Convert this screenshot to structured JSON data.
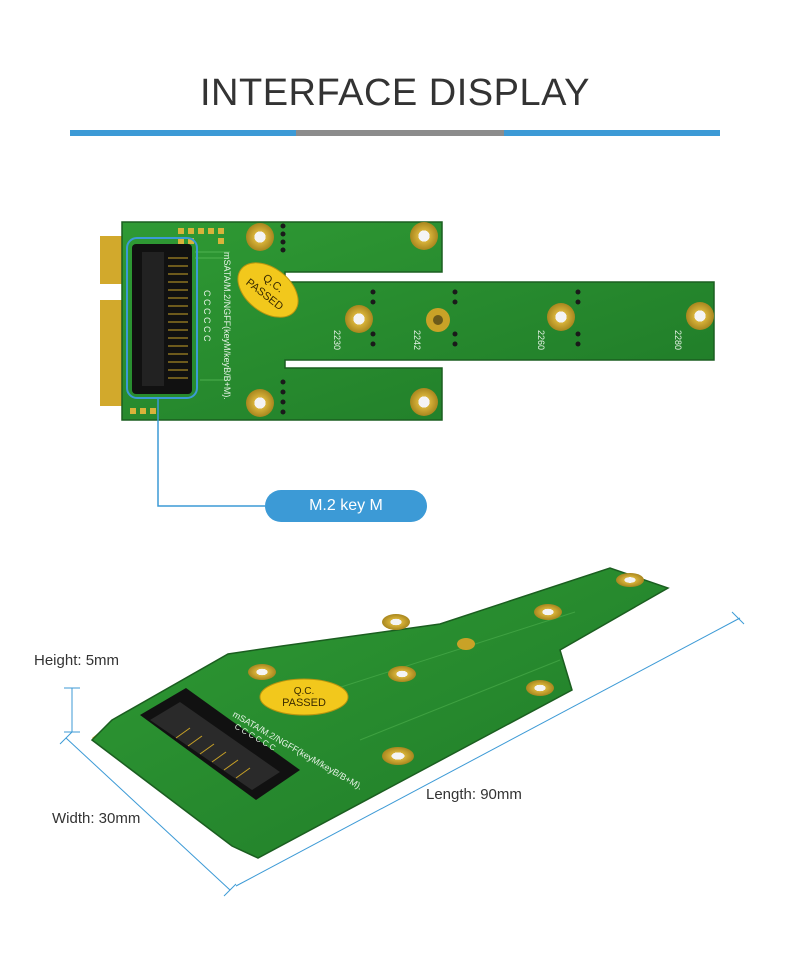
{
  "header": {
    "title": "INTERFACE DISPLAY"
  },
  "callout": {
    "label": "M.2  key M"
  },
  "board": {
    "qc_line1": "Q.C.",
    "qc_line2": "PASSED",
    "silk_text": "mSATA/M.2/NGFF(keyM/keyB/B+M).",
    "silk_caps": "C C C C C C",
    "lengths": [
      "2230",
      "2242",
      "2260",
      "2280"
    ]
  },
  "dimensions": {
    "height": "Height: 5mm",
    "width": "Width: 30mm",
    "length": "Length: 90mm"
  },
  "colors": {
    "accent": "#3c9ad6",
    "divider": "#8c8c8c",
    "pcb": "#2e8b2e",
    "gold": "#c9a227"
  }
}
